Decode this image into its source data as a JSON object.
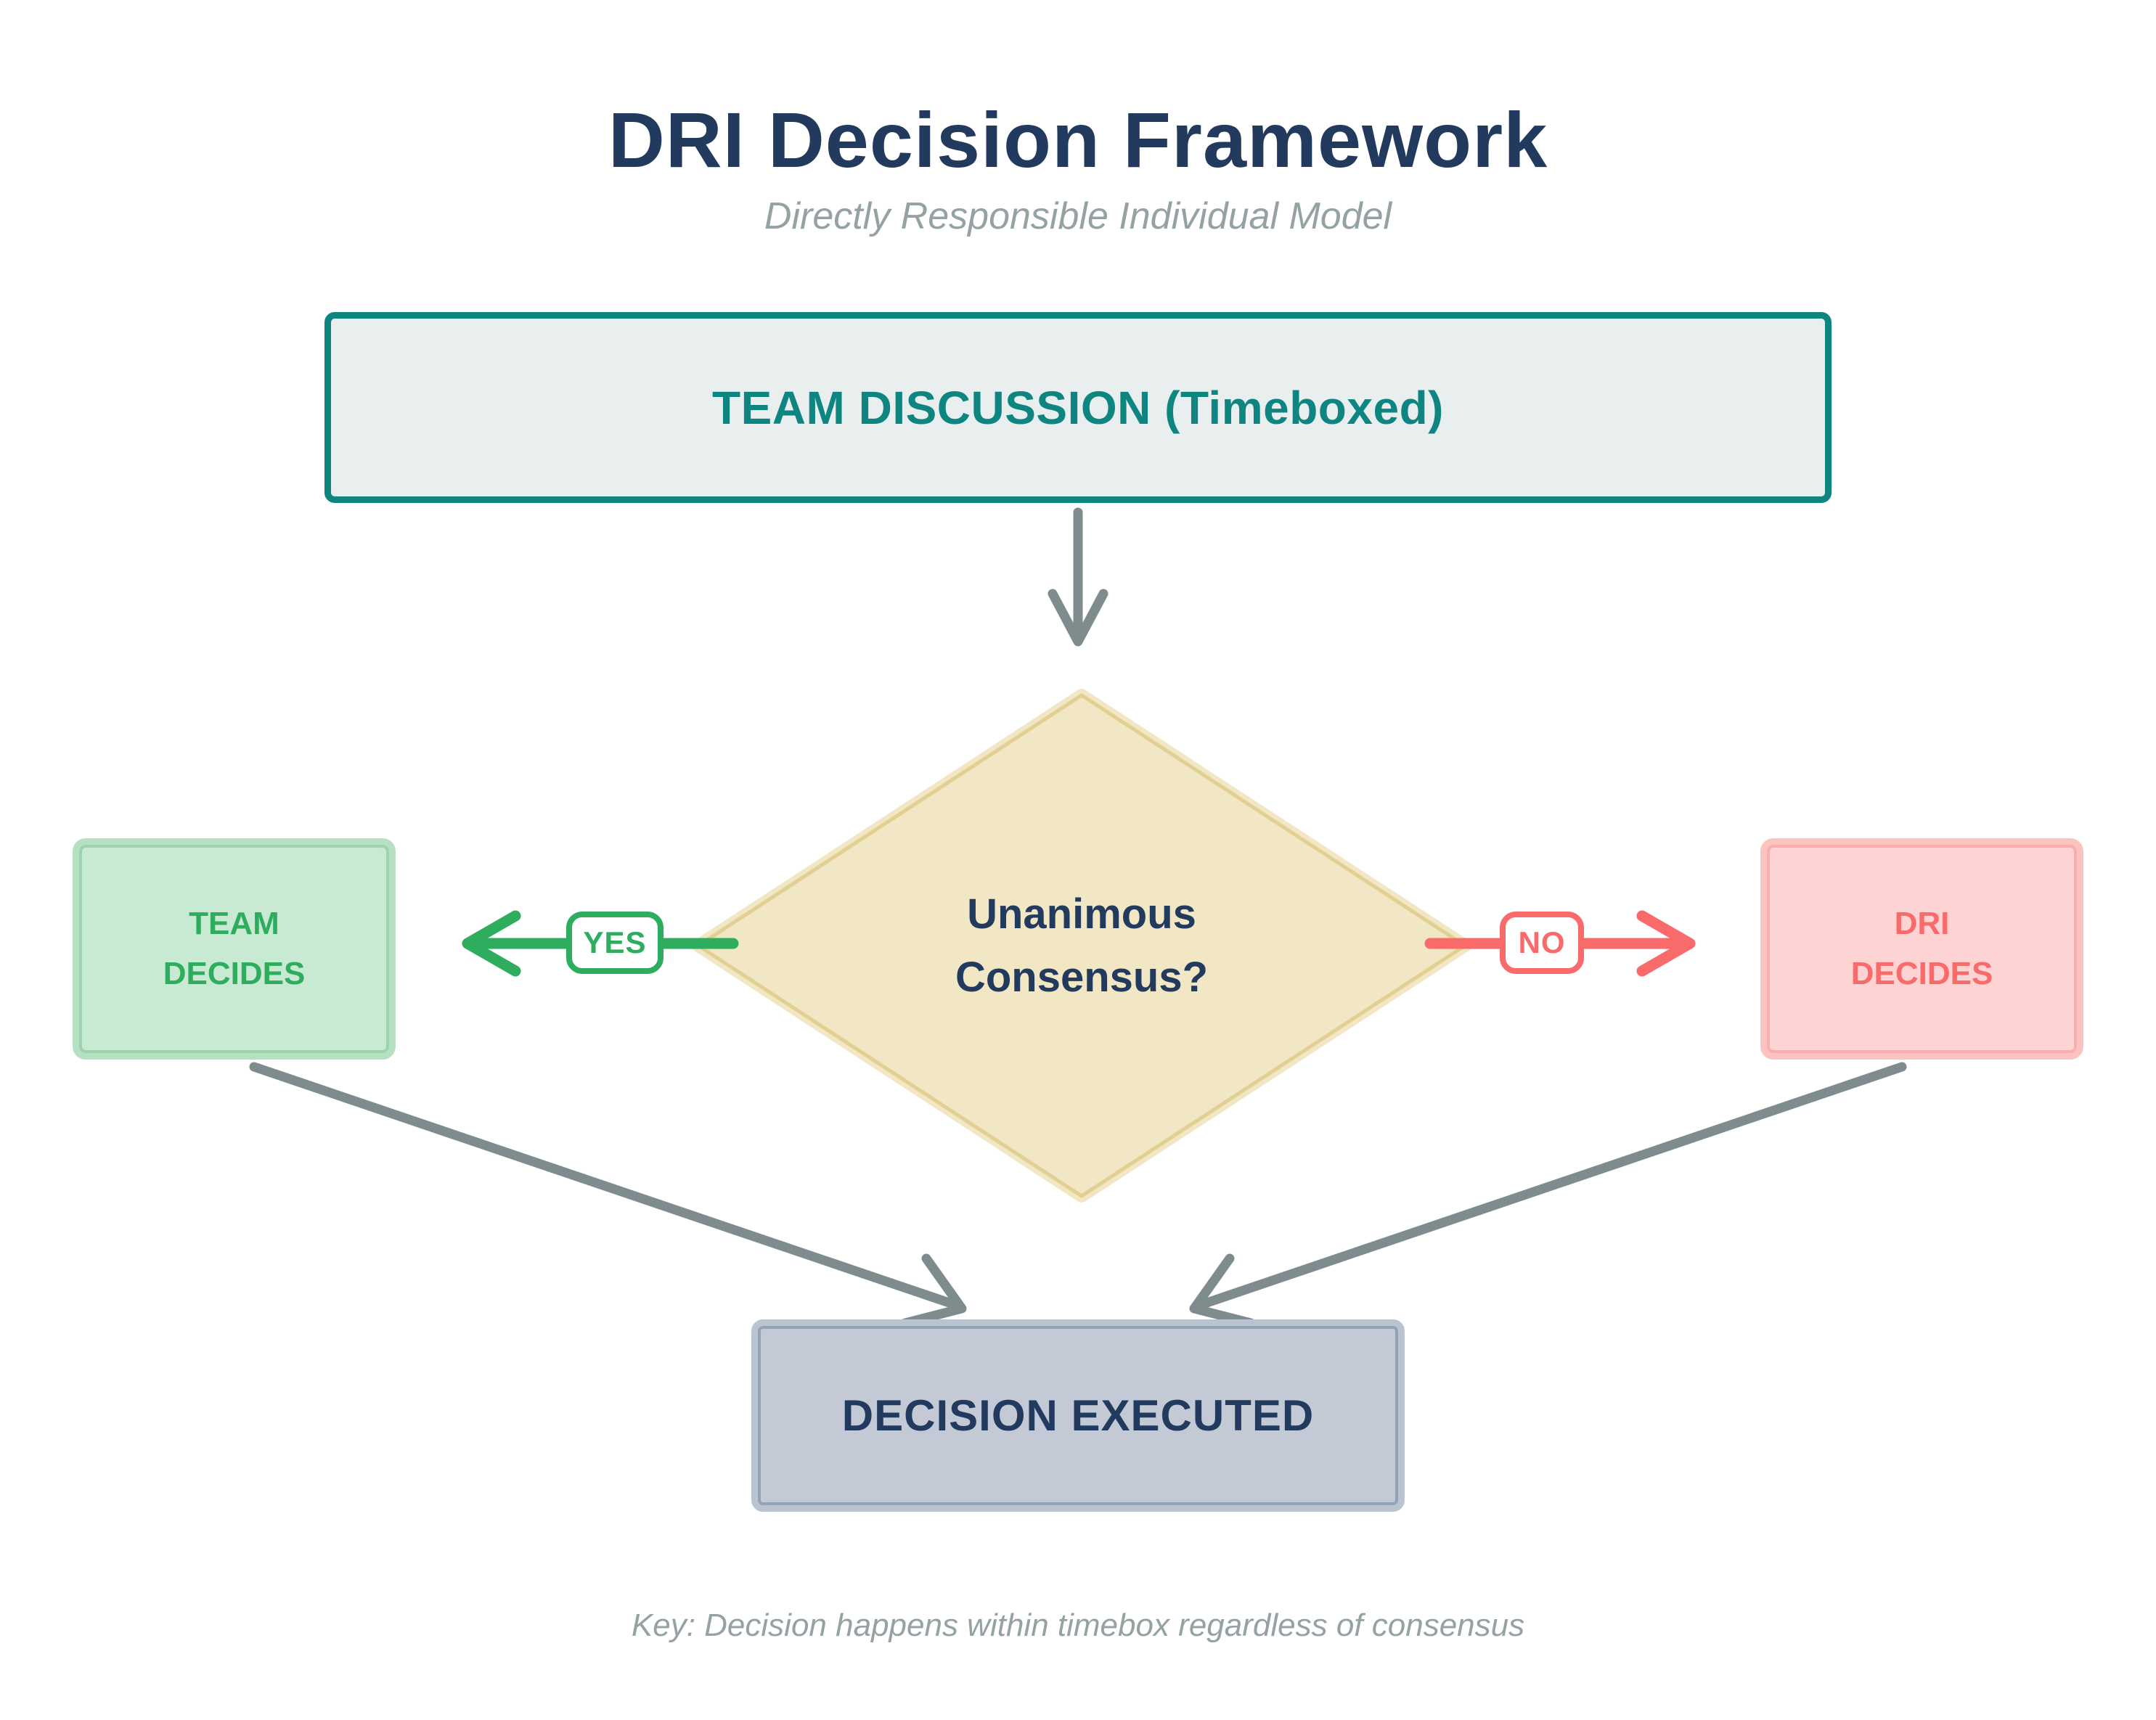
{
  "title": "DRI Decision Framework",
  "subtitle": "Directly Responsible Individual Model",
  "nodes": {
    "discussion": {
      "label": "TEAM DISCUSSION (Timeboxed)"
    },
    "decision": {
      "label": "Unanimous Consensus?"
    },
    "team": {
      "label": "TEAM DECIDES"
    },
    "dri": {
      "label": "DRI DECIDES"
    },
    "executed": {
      "label": "DECISION EXECUTED"
    }
  },
  "edges": {
    "yes_label": "YES",
    "no_label": "NO"
  },
  "footer": "Key: Decision happens within timebox regardless of consensus",
  "colors": {
    "canvas-bg": "#ffffff",
    "navy": "#223a5e",
    "muted": "#95a2a3",
    "teal": "#0e8580",
    "teal-fill": "#e9eeee",
    "tan-fill": "#f1e7c4",
    "tan-line": "#e2cf92",
    "green": "#2fad5f",
    "green-fill": "#c8e9d2",
    "green-border": "#b5e1c2",
    "green-inner": "#9cd2ac",
    "coral": "#f96b6b",
    "pink-fill": "#fdd3d3",
    "pink-border": "#fcc3c3",
    "pink-inner": "#fbadad",
    "slate-fill": "#c3cad5",
    "slate-border": "#bac3d0",
    "slate-inner": "#93a3b7",
    "arrow-gray": "#7f8c8d"
  }
}
